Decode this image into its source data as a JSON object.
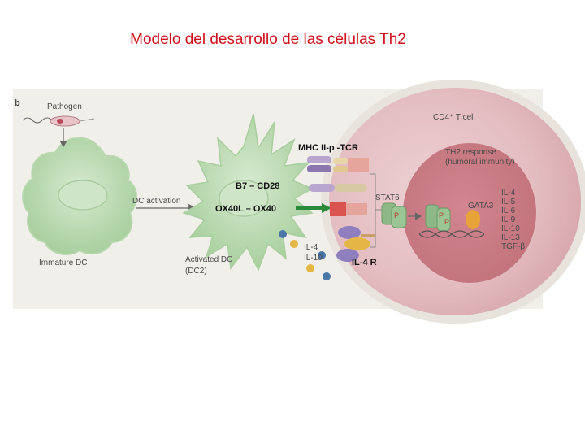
{
  "title": "Modelo del desarrollo de las células Th2",
  "figure": {
    "panel_letter": "b",
    "pathogen_label": "Pathogen",
    "immature_dc_label": "Immature DC",
    "dc_activation_label": "DC activation",
    "activated_dc_label": "Activated DC",
    "dc2_label": "(DC2)",
    "cd4_label": "CD4⁺ T cell",
    "th2_response_label": "TH2 response",
    "humoral_label": "(humoral immunity)",
    "stat6_label": "STAT6",
    "gata3_label": "GATA3",
    "p_label": "P",
    "il4_label": "IL-4",
    "il10_label": "IL-10",
    "cytokines": [
      "IL-4",
      "IL-5",
      "IL-6",
      "IL-9",
      "IL-10",
      "IL-13",
      "TGF-β"
    ]
  },
  "overlays": {
    "mhc_tcr": "MHC II-p -TCR",
    "b7_cd28": "B7 – CD28",
    "ox40": "OX40L – OX40",
    "il4r": "IL-4 R"
  }
}
